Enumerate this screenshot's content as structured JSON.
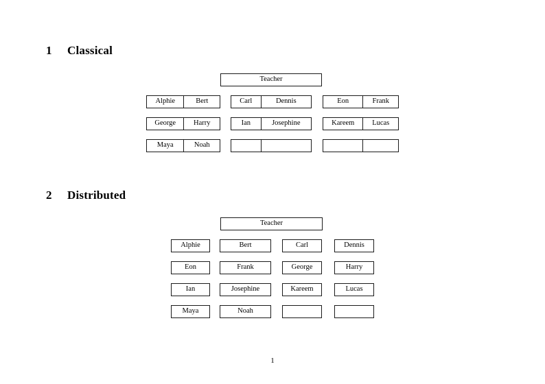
{
  "document": {
    "page_number": "1"
  },
  "sections": [
    {
      "number": "1",
      "title": "Classical",
      "root": {
        "label": "Teacher"
      },
      "groups": [
        {
          "name": "left",
          "rows": [
            {
              "cells": [
                {
                  "label": "Alphie"
                },
                {
                  "label": "Bert"
                }
              ]
            },
            {
              "cells": [
                {
                  "label": "George"
                },
                {
                  "label": "Harry"
                }
              ]
            },
            {
              "cells": [
                {
                  "label": "Maya"
                },
                {
                  "label": "Noah"
                }
              ]
            }
          ]
        },
        {
          "name": "middle",
          "rows": [
            {
              "cells": [
                {
                  "label": "Carl"
                },
                {
                  "label": "Dennis"
                }
              ]
            },
            {
              "cells": [
                {
                  "label": "Ian"
                },
                {
                  "label": "Josephine"
                }
              ]
            },
            {
              "cells": [
                {
                  "label": ""
                },
                {
                  "label": ""
                }
              ]
            }
          ]
        },
        {
          "name": "right",
          "rows": [
            {
              "cells": [
                {
                  "label": "Eon"
                },
                {
                  "label": "Frank"
                }
              ]
            },
            {
              "cells": [
                {
                  "label": "Kareem"
                },
                {
                  "label": "Lucas"
                }
              ]
            },
            {
              "cells": [
                {
                  "label": ""
                },
                {
                  "label": ""
                }
              ]
            }
          ]
        }
      ]
    },
    {
      "number": "2",
      "title": "Distributed",
      "root": {
        "label": "Teacher"
      },
      "rows": [
        {
          "cells": [
            {
              "label": "Alphie"
            },
            {
              "label": "Bert"
            },
            {
              "label": "Carl"
            },
            {
              "label": "Dennis"
            }
          ]
        },
        {
          "cells": [
            {
              "label": "Eon"
            },
            {
              "label": "Frank"
            },
            {
              "label": "George"
            },
            {
              "label": "Harry"
            }
          ]
        },
        {
          "cells": [
            {
              "label": "Ian"
            },
            {
              "label": "Josephine"
            },
            {
              "label": "Kareem"
            },
            {
              "label": "Lucas"
            }
          ]
        },
        {
          "cells": [
            {
              "label": "Maya"
            },
            {
              "label": "Noah"
            },
            {
              "label": ""
            },
            {
              "label": ""
            }
          ]
        }
      ]
    }
  ]
}
